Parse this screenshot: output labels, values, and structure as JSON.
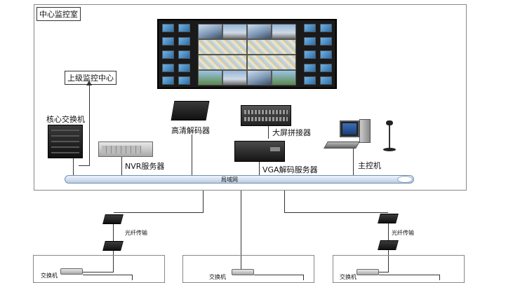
{
  "center": {
    "title": "中心监控室"
  },
  "labels": {
    "upper_center": "上级监控中心",
    "core_switch": "核心交换机",
    "nvr_server": "NVR服务器",
    "hd_decoder": "高清解码器",
    "screen_splicer": "大屏拼接器",
    "vga_decoder_server": "VGA解码服务器",
    "main_console": "主控机",
    "lan": "局域网",
    "fiber_left": "光纤传输",
    "fiber_right": "光纤传输",
    "switch_1": "交换机",
    "switch_2": "交换机",
    "switch_3": "交换机"
  },
  "colors": {
    "border": "#888888",
    "lan_bar": "#c9d9ec",
    "screen_bezel": "#1a1a1a"
  }
}
